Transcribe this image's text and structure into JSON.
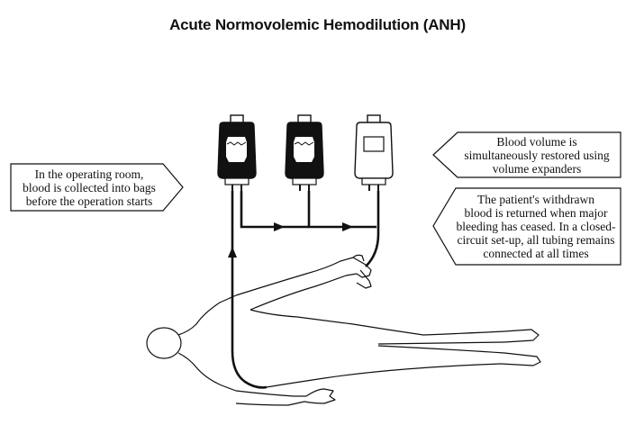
{
  "title": "Acute Normovolemic Hemodilution (ANH)",
  "callouts": {
    "left": {
      "line1": "In the operating room,",
      "line2": "blood is collected into bags",
      "line3": "before the operation starts"
    },
    "top_right": {
      "line1": "Blood volume is",
      "line2": "simultaneously restored using",
      "line3": "volume expanders"
    },
    "bottom_right": {
      "line1": "The patient's withdrawn",
      "line2": "blood is returned when major",
      "line3": "bleeding has ceased. In a closed-",
      "line4": "circuit set-up, all tubing remains",
      "line5": "connected at all times"
    }
  },
  "bags": [
    {
      "state": "full"
    },
    {
      "state": "full"
    },
    {
      "state": "empty"
    }
  ]
}
